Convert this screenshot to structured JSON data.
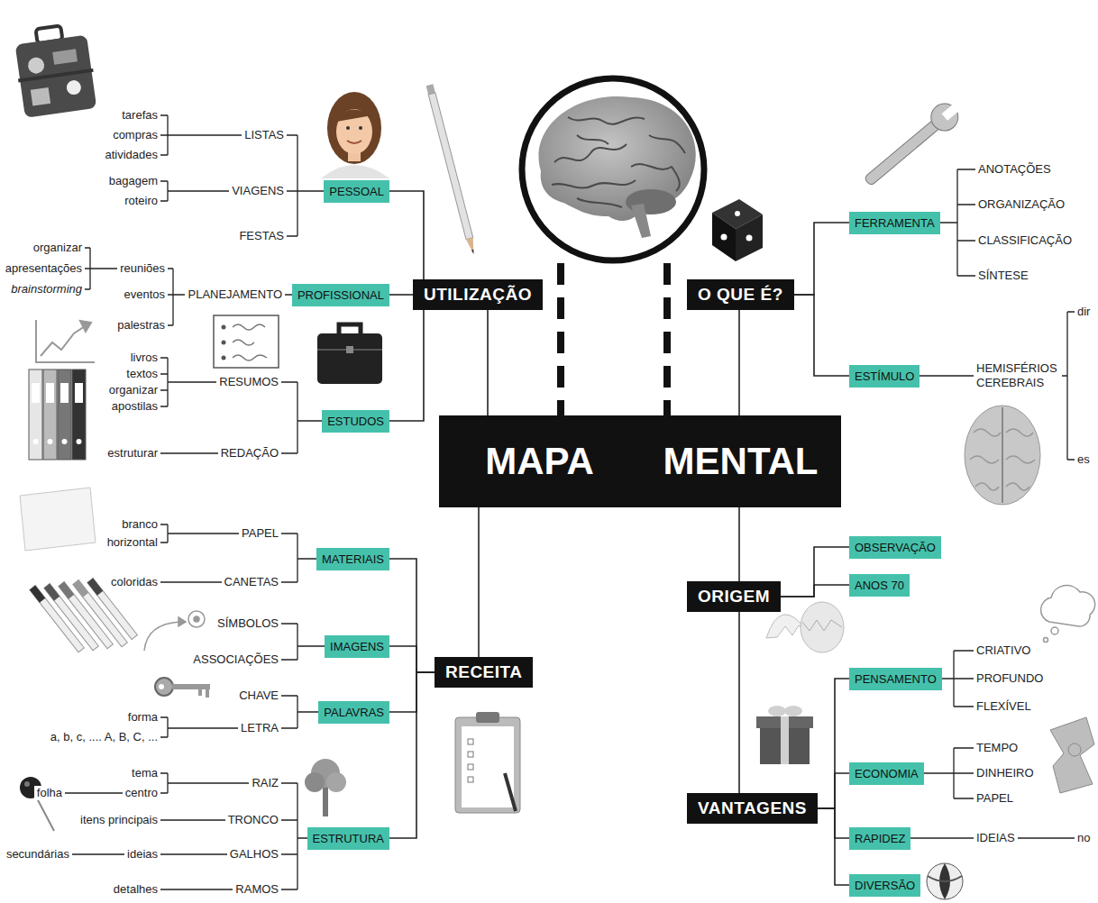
{
  "diagram": {
    "nodes": [
      {
        "text": [
          "MAPA",
          "MENTAL"
        ]
      },
      {
        "text": [
          "UTILIZAÇÃO"
        ]
      },
      {
        "text": [
          "PESSOAL"
        ]
      },
      {
        "text": [
          "PROFISSIONAL"
        ]
      },
      {
        "text": [
          "ESTUDOS"
        ]
      },
      {
        "text": [
          "O QUE É?"
        ]
      },
      {
        "text": [
          "FERRAMENTA"
        ]
      },
      {
        "text": [
          "ESTÍMULO"
        ]
      },
      {
        "text": [
          "RECEITA"
        ]
      },
      {
        "text": [
          "MATERIAIS"
        ]
      },
      {
        "text": [
          "IMAGENS"
        ]
      },
      {
        "text": [
          "PALAVRAS"
        ]
      },
      {
        "text": [
          "ESTRUTURA"
        ]
      },
      {
        "text": [
          "ORIGEM"
        ]
      },
      {
        "text": [
          "OBSERVAÇÃO"
        ]
      },
      {
        "text": [
          "ANOS 70"
        ]
      },
      {
        "text": [
          "VANTAGENS"
        ]
      },
      {
        "text": [
          "PENSAMENTO"
        ]
      },
      {
        "text": [
          "ECONOMIA"
        ]
      },
      {
        "text": [
          "RAPIDEZ"
        ]
      },
      {
        "text": [
          "DIVERSÃO"
        ]
      }
    ],
    "edges": [
      {
        "from": 0,
        "to": 1,
        "arrow": "none"
      },
      {
        "from": 1,
        "to": 2,
        "arrow": "none"
      },
      {
        "from": 1,
        "to": 3,
        "arrow": "none"
      },
      {
        "from": 1,
        "to": 4,
        "arrow": "none"
      },
      {
        "from": 0,
        "to": 5,
        "arrow": "none"
      },
      {
        "from": 5,
        "to": 6,
        "arrow": "none"
      },
      {
        "from": 5,
        "to": 7,
        "arrow": "none"
      },
      {
        "from": 0,
        "to": 8,
        "arrow": "none"
      },
      {
        "from": 8,
        "to": 9,
        "arrow": "none"
      },
      {
        "from": 8,
        "to": 10,
        "arrow": "none"
      },
      {
        "from": 8,
        "to": 11,
        "arrow": "none"
      },
      {
        "from": 8,
        "to": 12,
        "arrow": "none"
      },
      {
        "from": 0,
        "to": 13,
        "arrow": "none"
      },
      {
        "from": 13,
        "to": 14,
        "arrow": "none"
      },
      {
        "from": 13,
        "to": 15,
        "arrow": "none"
      },
      {
        "from": 13,
        "to": 16,
        "arrow": "none"
      },
      {
        "from": 16,
        "to": 17,
        "arrow": "none"
      },
      {
        "from": 16,
        "to": 18,
        "arrow": "none"
      },
      {
        "from": 16,
        "to": 19,
        "arrow": "none"
      },
      {
        "from": 16,
        "to": 20,
        "arrow": "none"
      }
    ],
    "labels": [
      "tarefas",
      "compras",
      "atividades",
      "LISTAS",
      "bagagem",
      "roteiro",
      "VIAGENS",
      "FESTAS",
      "organizar",
      "apresentações",
      "brainstorming",
      "reuniões",
      "eventos",
      "PLANEJAMENTO",
      "palestras",
      "livros",
      "textos",
      "organizar",
      "apostilas",
      "RESUMOS",
      "estruturar",
      "REDAÇÃO",
      "ANOTAÇÕES",
      "ORGANIZAÇÃO",
      "CLASSIFICAÇÃO",
      "SÍNTESE",
      "dir",
      "HEMISFÉRIOS CEREBRAIS",
      "es",
      "branco",
      "horizontal",
      "PAPEL",
      "coloridas",
      "CANETAS",
      "SÍMBOLOS",
      "ASSOCIAÇÕES",
      "CHAVE",
      "forma",
      "a, b, c, .... A, B, C, ...",
      "LETRA",
      "tema",
      "folha",
      "centro",
      "RAIZ",
      "itens principais",
      "TRONCO",
      "secundárias",
      "ideias",
      "GALHOS",
      "detalhes",
      "RAMOS",
      "CRIATIVO",
      "PROFUNDO",
      "FLEXÍVEL",
      "TEMPO",
      "DINHEIRO",
      "PAPEL",
      "IDEIAS",
      "no"
    ]
  }
}
